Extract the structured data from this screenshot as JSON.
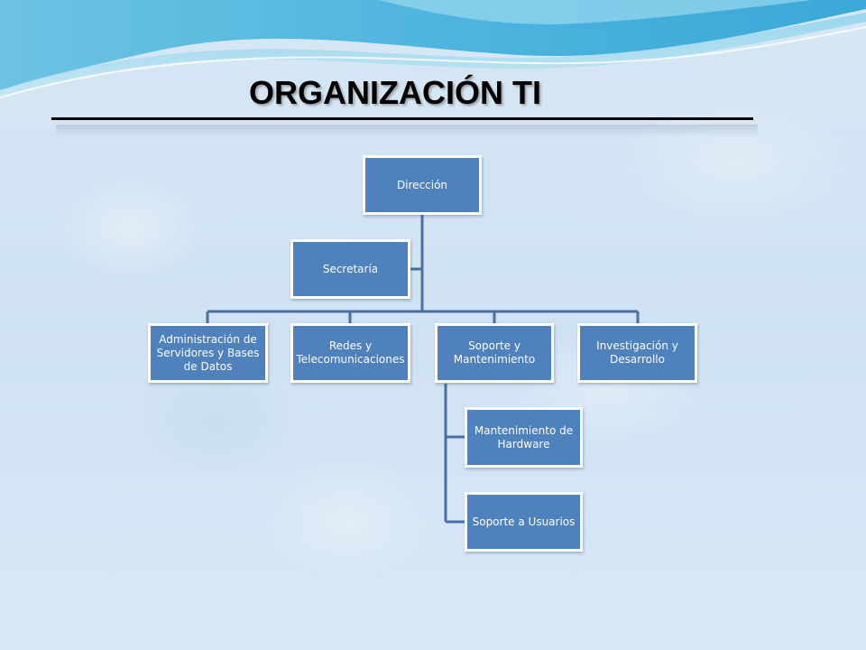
{
  "slide": {
    "title": "ORGANIZACIÓN TI"
  },
  "org_chart": {
    "direccion": "Dirección",
    "secretaria": "Secretaría",
    "administracion": "Administración de\nServidores  y Bases\nde Datos",
    "redes": "Redes y\nTelecomunicaciones",
    "soporte": "Soporte y\nMantenimiento",
    "investigacion": "Investigación y\nDesarrollo",
    "mantenimiento_hw": "Mantenimiento de\nHardware",
    "soporte_usuarios": "Soporte a Usuarios"
  },
  "colors": {
    "node_fill": "#4f81bd",
    "connector": "#4a6fa0"
  }
}
